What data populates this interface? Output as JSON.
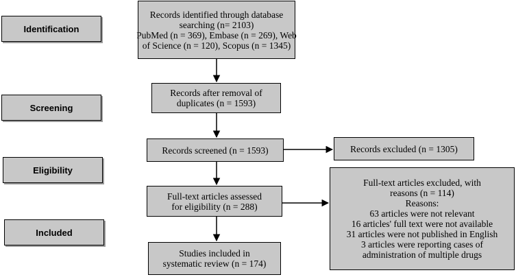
{
  "stages": {
    "identification": "Identification",
    "screening": "Screening",
    "eligibility": "Eligibility",
    "included": "Included"
  },
  "boxes": {
    "identified": [
      "Records identified through database",
      "searching (n= 2103)",
      "PubMed (n = 369), Embase (n = 269), Web",
      "of Science (n = 120), Scopus (n = 1345)"
    ],
    "after_duplicates": [
      "Records after removal of",
      "duplicates (n = 1593)"
    ],
    "screened": [
      "Records screened (n = 1593)"
    ],
    "excluded": [
      "Records excluded (n = 1305)"
    ],
    "fulltext_assessed": [
      "Full-text articles assessed",
      "for eligibility (n = 288)"
    ],
    "fulltext_excluded": [
      "Full-text articles excluded, with",
      "reasons (n = 114)",
      "Reasons:",
      "63 articles were not relevant",
      "16 articles' full text were not available",
      "31 articles were not published in English",
      "3 articles were reporting cases of",
      "administration of multiple drugs"
    ],
    "included": [
      "Studies included in",
      "systematic review (n = 174)"
    ]
  }
}
